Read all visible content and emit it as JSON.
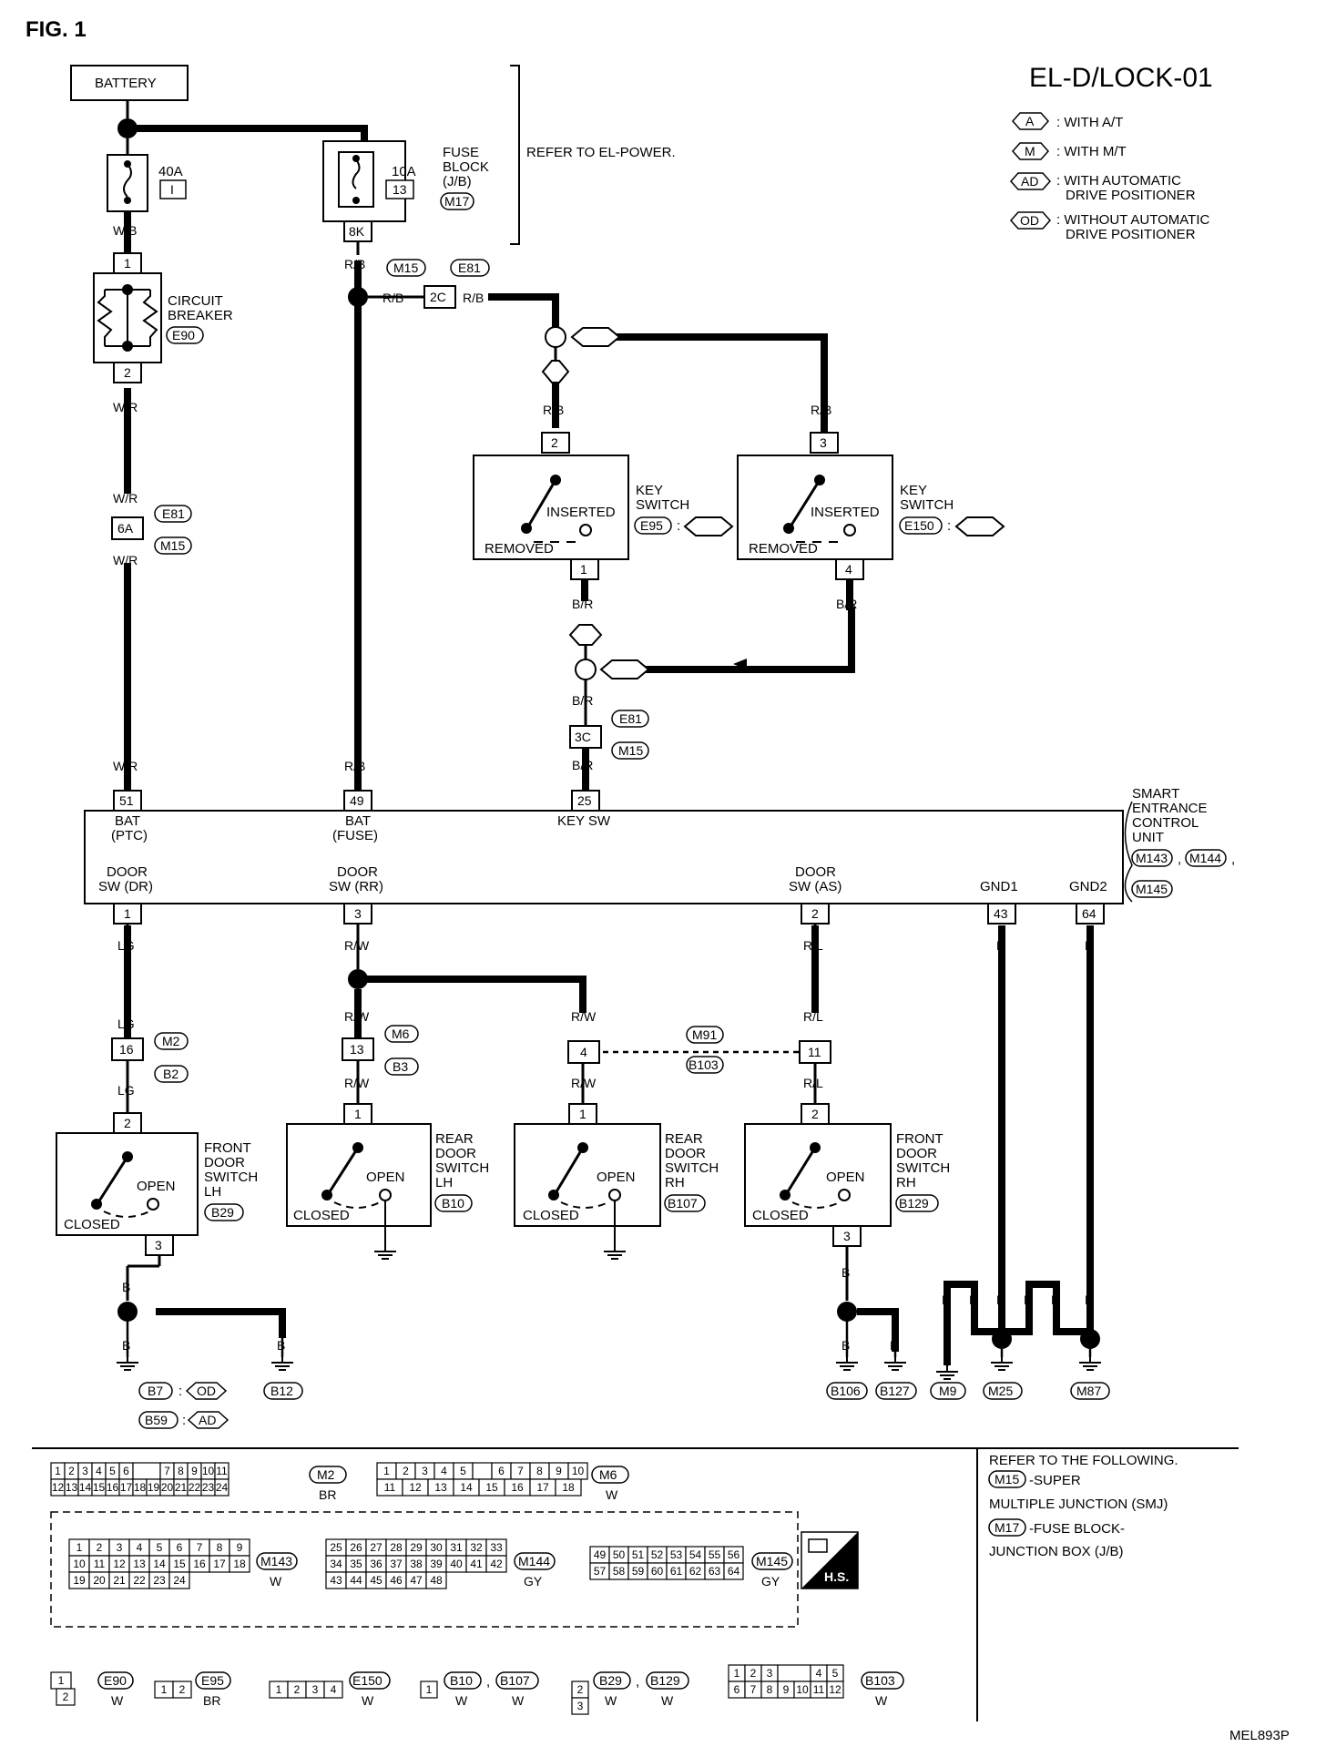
{
  "fig_label": "FIG. 1",
  "page_code": "EL-D/LOCK-01",
  "image_id": "MEL893P",
  "refer_power": "REFER TO EL-POWER.",
  "legend": [
    {
      "code": "A",
      "text1": ": WITH A/T",
      "text2": ""
    },
    {
      "code": "M",
      "text1": ": WITH M/T",
      "text2": ""
    },
    {
      "code": "AD",
      "text1": ": WITH AUTOMATIC",
      "text2": "DRIVE POSITIONER"
    },
    {
      "code": "OD",
      "text1": ": WITHOUT AUTOMATIC",
      "text2": "DRIVE POSITIONER"
    }
  ],
  "battery": "BATTERY",
  "fuse_main": {
    "amp": "40A",
    "id": "I"
  },
  "fuse_block": {
    "amp": "10A",
    "id": "13",
    "l1": "FUSE",
    "l2": "BLOCK",
    "l3": "(J/B)",
    "conn": "M17",
    "pin": "8K"
  },
  "circuit_breaker": {
    "l1": "CIRCUIT",
    "l2": "BREAKER",
    "conn": "E90",
    "pin_in": "1",
    "pin_out": "2"
  },
  "joint_6A": {
    "pin": "6A",
    "c1": "E81",
    "c2": "M15"
  },
  "joint_2C": {
    "pin": "2C",
    "c1": "M15",
    "c2": "E81"
  },
  "joint_3C": {
    "pin": "3C",
    "c1": "E81",
    "c2": "M15"
  },
  "key_sw_1": {
    "l1": "KEY",
    "l2": "SWITCH",
    "conn": "E95",
    "pin_in": "2",
    "pin_out": "1",
    "inserted": "INSERTED",
    "removed": "REMOVED"
  },
  "key_sw_2": {
    "l1": "KEY",
    "l2": "SWITCH",
    "conn": "E150",
    "pin_in": "3",
    "pin_out": "4",
    "inserted": "INSERTED",
    "removed": "REMOVED"
  },
  "colors": {
    "w_b": "W/B",
    "w_r": "W/R",
    "r_b": "R/B",
    "b_r": "B/R",
    "lg": "LG",
    "r_w": "R/W",
    "r_l": "R/L",
    "b": "B"
  },
  "secu": {
    "l1": "SMART",
    "l2": "ENTRANCE",
    "l3": "CONTROL",
    "l4": "UNIT",
    "c1": "M143",
    "c2": "M144",
    "c3": "M145"
  },
  "terminals_top": [
    {
      "pin": "51",
      "l1": "BAT",
      "l2": "(PTC)"
    },
    {
      "pin": "49",
      "l1": "BAT",
      "l2": "(FUSE)"
    },
    {
      "pin": "25",
      "l1": "KEY SW",
      "l2": ""
    }
  ],
  "terminals_bottom": [
    {
      "pin": "1",
      "l1": "DOOR",
      "l2": "SW (DR)"
    },
    {
      "pin": "3",
      "l1": "DOOR",
      "l2": "SW (RR)"
    },
    {
      "pin": "2",
      "l1": "DOOR",
      "l2": "SW (AS)"
    },
    {
      "pin": "43",
      "l1": "",
      "l2": "GND1"
    },
    {
      "pin": "64",
      "l1": "",
      "l2": "GND2"
    }
  ],
  "joint_16": {
    "pin": "16",
    "c1": "M2",
    "c2": "B2"
  },
  "joint_13": {
    "pin": "13",
    "c1": "M6",
    "c2": "B3"
  },
  "joint_4_11": {
    "pin_a": "4",
    "pin_b": "11",
    "c1": "M91",
    "c2": "B103"
  },
  "door_switches": [
    {
      "l1": "FRONT",
      "l2": "DOOR",
      "l3": "SWITCH",
      "l4": "LH",
      "conn": "B29",
      "pin_in": "2",
      "pin_out": "3",
      "open": "OPEN",
      "closed": "CLOSED"
    },
    {
      "l1": "REAR",
      "l2": "DOOR",
      "l3": "SWITCH",
      "l4": "LH",
      "conn": "B10",
      "pin_in": "1",
      "pin_out": "",
      "open": "OPEN",
      "closed": "CLOSED"
    },
    {
      "l1": "REAR",
      "l2": "DOOR",
      "l3": "SWITCH",
      "l4": "RH",
      "conn": "B107",
      "pin_in": "1",
      "pin_out": "",
      "open": "OPEN",
      "closed": "CLOSED"
    },
    {
      "l1": "FRONT",
      "l2": "DOOR",
      "l3": "SWITCH",
      "l4": "RH",
      "conn": "B129",
      "pin_in": "2",
      "pin_out": "3",
      "open": "OPEN",
      "closed": "CLOSED"
    }
  ],
  "grounds": {
    "b7": "B7",
    "od": "OD",
    "b59": "B59",
    "ad": "AD",
    "b12": "B12",
    "b106": "B106",
    "b127": "B127",
    "m9": "M9",
    "m25": "M25",
    "m87": "M87"
  },
  "refer_following": {
    "l1": "REFER TO THE FOLLOWING.",
    "c1": "M15",
    "l2": "-SUPER",
    "l3": "MULTIPLE JUNCTION (SMJ)",
    "c2": "M17",
    "l4": "-FUSE BLOCK-",
    "l5": "JUNCTION BOX (J/B)"
  },
  "connectors_bottom": {
    "m2": {
      "id": "M2",
      "color": "BR",
      "row1": [
        "1",
        "2",
        "3",
        "4",
        "5",
        "6",
        "",
        "7",
        "8",
        "9",
        "10",
        "11"
      ],
      "row2": [
        "12",
        "13",
        "14",
        "15",
        "16",
        "17",
        "18",
        "19",
        "20",
        "21",
        "22",
        "23",
        "24"
      ]
    },
    "m6": {
      "id": "M6",
      "color": "W",
      "row1": [
        "1",
        "2",
        "3",
        "4",
        "5",
        "",
        "6",
        "7",
        "8",
        "9",
        "10"
      ],
      "row2": [
        "11",
        "12",
        "13",
        "14",
        "15",
        "16",
        "17",
        "18"
      ]
    },
    "m143": {
      "id": "M143",
      "color": "W",
      "row1": [
        "1",
        "2",
        "3",
        "4",
        "5",
        "6",
        "7",
        "8",
        "9"
      ],
      "row2": [
        "10",
        "11",
        "12",
        "13",
        "14",
        "15",
        "16",
        "17",
        "18"
      ],
      "row3": [
        "19",
        "20",
        "21",
        "22",
        "23",
        "24"
      ]
    },
    "m144": {
      "id": "M144",
      "color": "GY",
      "row1": [
        "25",
        "26",
        "27",
        "28",
        "29",
        "30",
        "31",
        "32",
        "33"
      ],
      "row2": [
        "34",
        "35",
        "36",
        "37",
        "38",
        "39",
        "40",
        "41",
        "42"
      ],
      "row3": [
        "43",
        "44",
        "45",
        "46",
        "47",
        "48"
      ]
    },
    "m145": {
      "id": "M145",
      "color": "GY",
      "row1": [
        "49",
        "50",
        "51",
        "52",
        "53",
        "54",
        "55",
        "56"
      ],
      "row2": [
        "57",
        "58",
        "59",
        "60",
        "61",
        "62",
        "63",
        "64"
      ]
    },
    "hs": "H.S.",
    "e90": {
      "id": "E90",
      "color": "W",
      "pins": [
        "1",
        "2"
      ]
    },
    "e95": {
      "id": "E95",
      "color": "BR",
      "pins": [
        "1",
        "2"
      ]
    },
    "e150": {
      "id": "E150",
      "color": "W",
      "pins": [
        "1",
        "2",
        "3",
        "4"
      ]
    },
    "b10": {
      "id": "B10",
      "id2": "B107",
      "color": "W",
      "pins": [
        "1"
      ]
    },
    "b29": {
      "id": "B29",
      "id2": "B129",
      "color": "W",
      "pins": [
        "2",
        "3"
      ]
    },
    "b103": {
      "id": "B103",
      "color": "W",
      "row1": [
        "1",
        "2",
        "3",
        "",
        "4",
        "5"
      ],
      "row2": [
        "6",
        "7",
        "8",
        "9",
        "10",
        "11",
        "12"
      ]
    }
  }
}
